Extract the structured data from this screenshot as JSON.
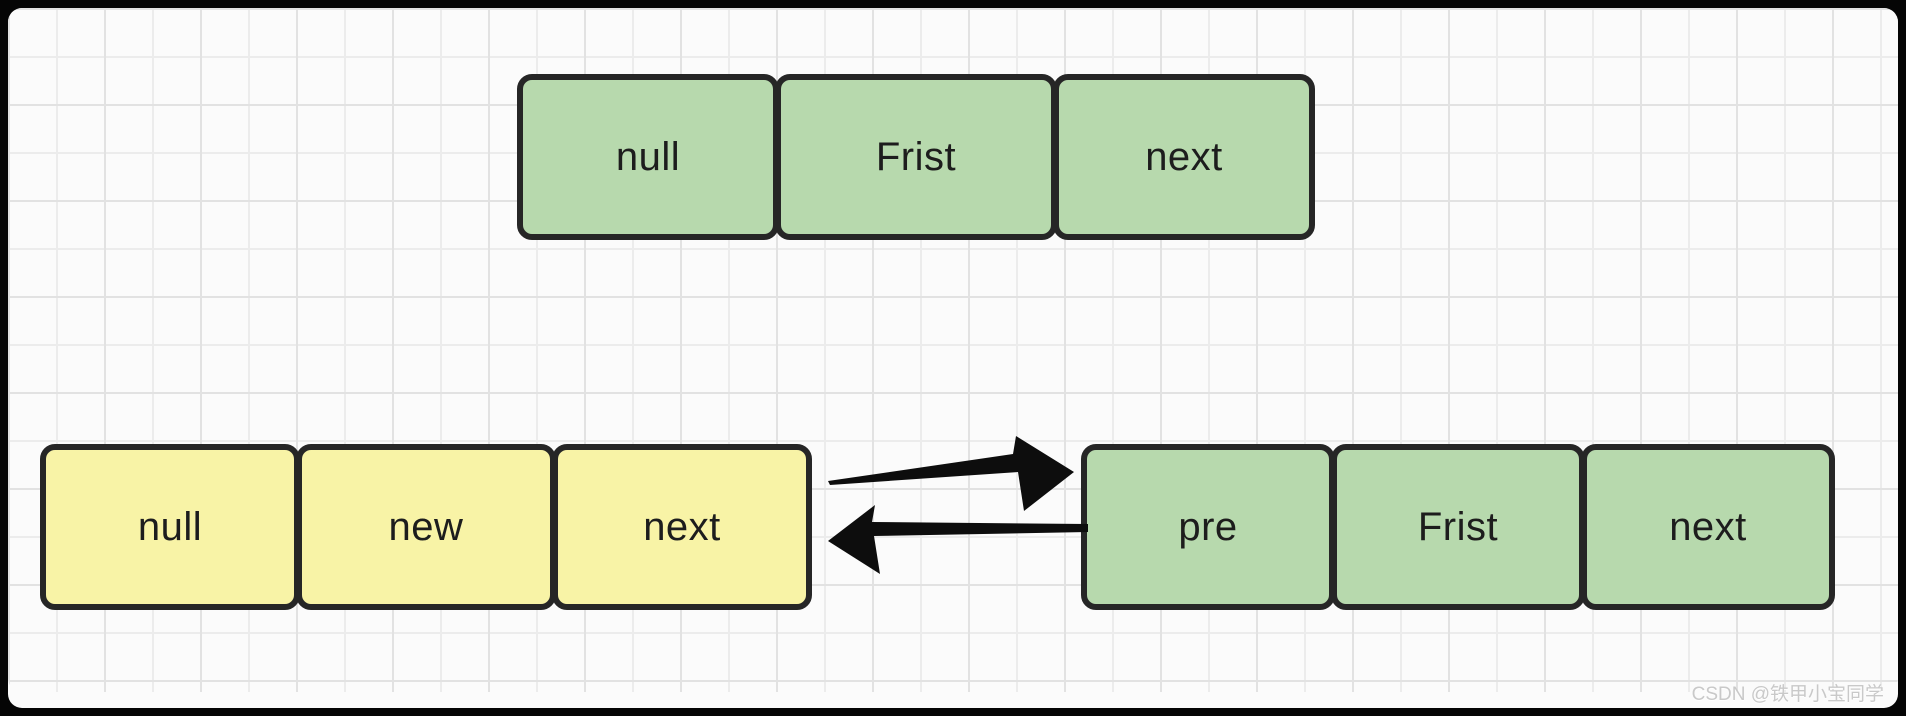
{
  "canvas": {
    "watermark": "CSDN @铁甲小宝同学",
    "colors": {
      "node_green": "#b7d9ad",
      "node_yellow": "#f8f3a6",
      "border": "#262626",
      "arrow": "#0d0d0d",
      "grid_line": "#ececec",
      "grid_strong": "#e2e2e2",
      "canvas_bg": "#fbfbfb",
      "watermark_color": "#c9c9c9"
    }
  },
  "nodes": [
    {
      "id": "first-node-top",
      "color": "green",
      "cells": [
        "null",
        "Frist",
        "next"
      ]
    },
    {
      "id": "new-node",
      "color": "yellow",
      "cells": [
        "null",
        "new",
        "next"
      ]
    },
    {
      "id": "first-node-linked",
      "color": "green",
      "cells": [
        "pre",
        "Frist",
        "next"
      ]
    }
  ],
  "arrows": [
    {
      "id": "new-to-first",
      "direction": "right",
      "from": "new-node",
      "to": "first-node-linked"
    },
    {
      "id": "first-to-new",
      "direction": "left",
      "from": "first-node-linked",
      "to": "new-node"
    }
  ]
}
